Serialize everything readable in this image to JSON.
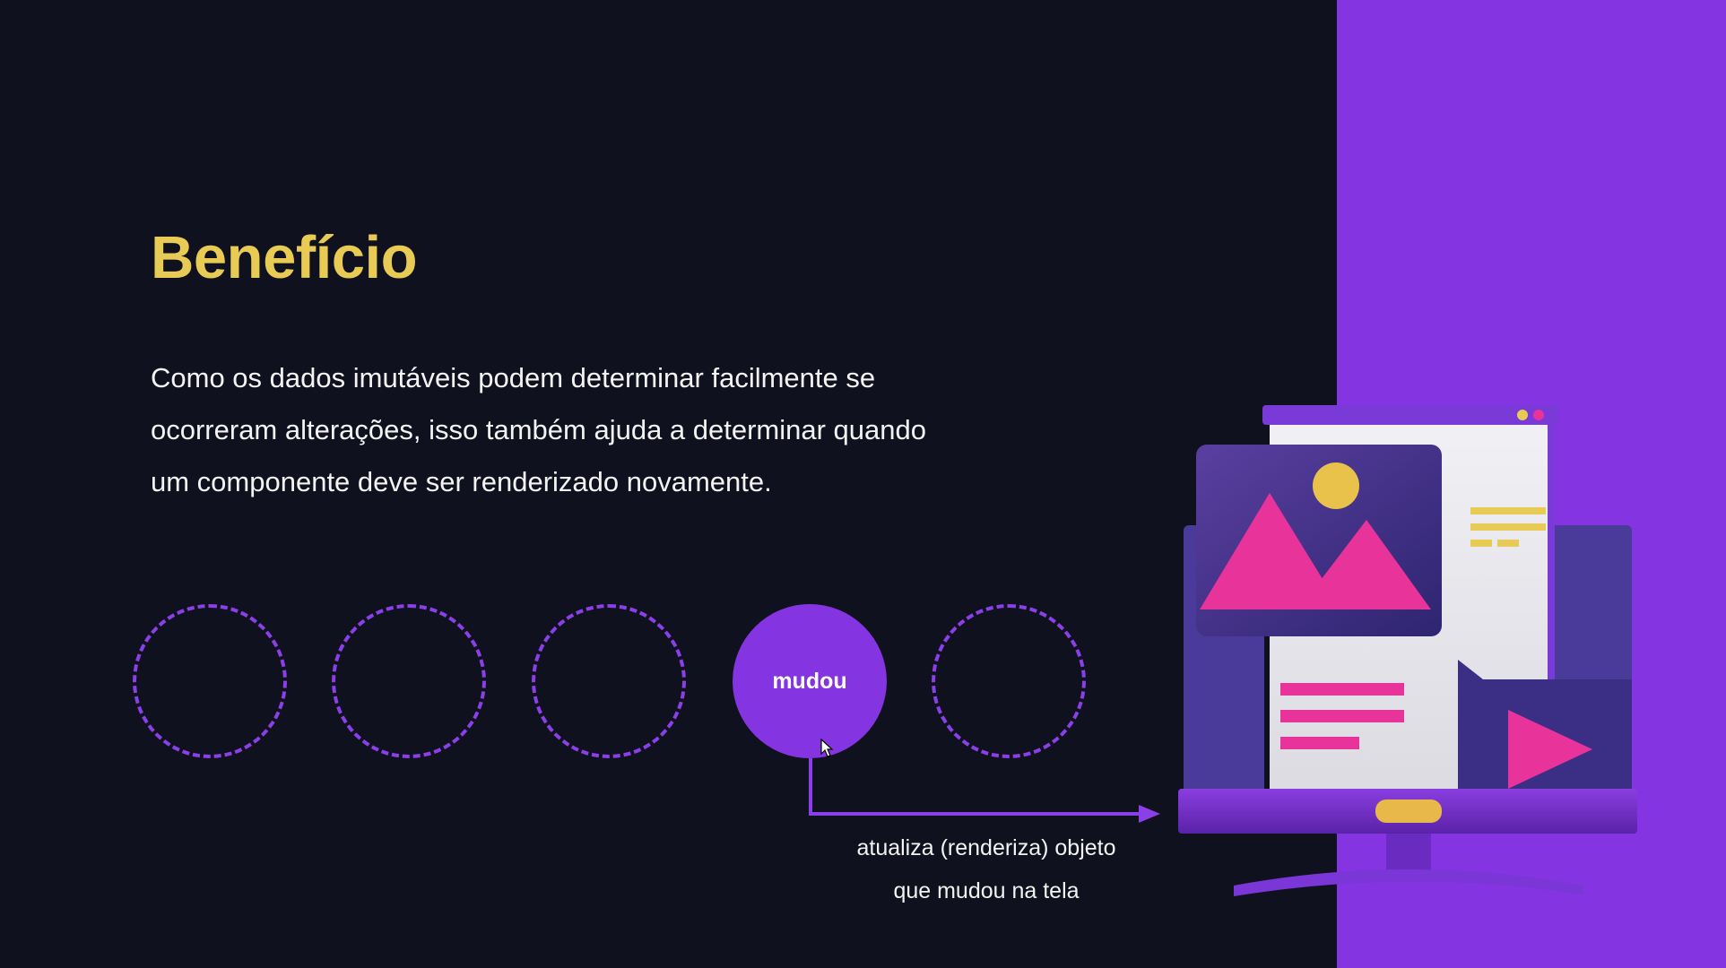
{
  "slide": {
    "title": "Benefício",
    "body_lines": [
      "Como os dados imutáveis podem determinar facilmente se",
      "ocorreram alterações, isso também ajuda a determinar quando",
      "um componente deve ser renderizado novamente."
    ]
  },
  "diagram": {
    "filled_circle_label": "mudou",
    "caption_lines": [
      "atualiza (renderiza) objeto",
      "que mudou na tela"
    ]
  },
  "colors": {
    "background": "#10111e",
    "accent_purple": "#8434e0",
    "title_yellow": "#e8cb55",
    "pink": "#e8339a"
  },
  "icons": {
    "cursor": "cursor-arrow-icon",
    "illustration": "monitor-media-illustration"
  }
}
